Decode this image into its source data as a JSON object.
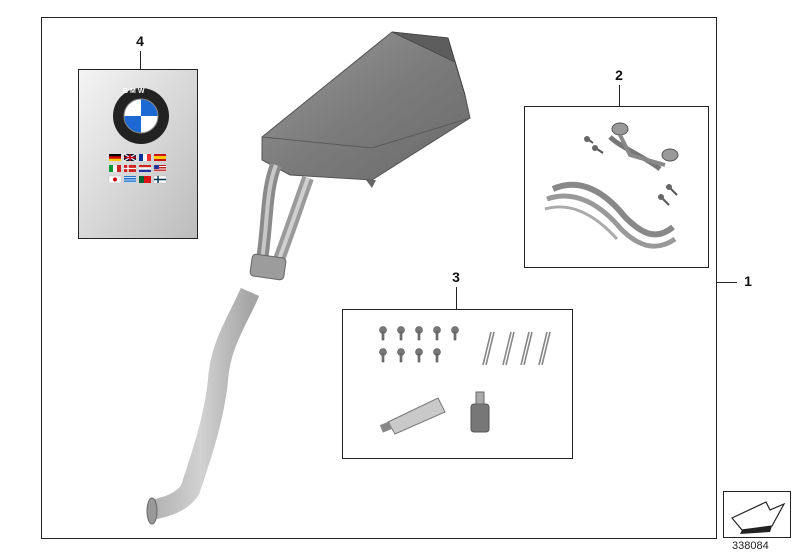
{
  "callouts": {
    "assembly": "1",
    "bracket_kit": "2",
    "small_parts_kit": "3",
    "manual": "4"
  },
  "diagram_number": "338084",
  "manual": {
    "logo_text": "BMW"
  },
  "colors": {
    "metal_dark": "#7e7e7e",
    "metal_light": "#c9c9c9",
    "bmw_blue": "#1c69d4",
    "outline": "#222222"
  },
  "icons": {
    "navigation": "arrow-back-icon"
  }
}
